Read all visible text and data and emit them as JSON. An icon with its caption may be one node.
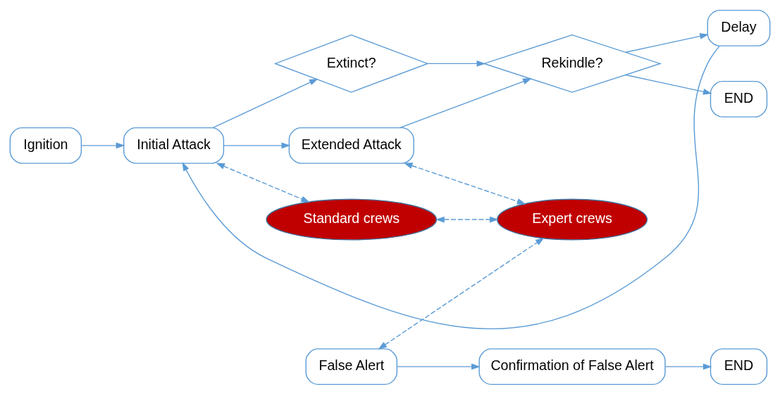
{
  "diagram": {
    "nodes": [
      {
        "text": [
          "Ignition"
        ]
      },
      {
        "text": [
          "Initial Attack"
        ]
      },
      {
        "text": [
          "Extinct?"
        ]
      },
      {
        "text": [
          "Rekindle?"
        ]
      },
      {
        "text": [
          "Delay"
        ]
      },
      {
        "text": [
          "Extended Attack"
        ]
      },
      {
        "text": [
          "END"
        ]
      },
      {
        "text": [
          "Standard crews"
        ]
      },
      {
        "text": [
          "Expert crews"
        ]
      },
      {
        "text": [
          "False Alert"
        ]
      },
      {
        "text": [
          "Confirmation of False Alert"
        ]
      },
      {
        "text": [
          "END"
        ]
      }
    ],
    "edges": [
      {
        "from": 0,
        "to": 1,
        "arrow": "to"
      },
      {
        "from": 1,
        "to": 2,
        "arrow": "to"
      },
      {
        "from": 2,
        "to": 3,
        "arrow": "to"
      },
      {
        "from": 1,
        "to": 5,
        "arrow": "to"
      },
      {
        "from": 5,
        "to": 3,
        "arrow": "to"
      },
      {
        "from": 3,
        "to": 4,
        "arrow": "to"
      },
      {
        "from": 3,
        "to": 6,
        "arrow": "to"
      },
      {
        "from": 4,
        "to": 1,
        "arrow": "to"
      },
      {
        "from": 1,
        "to": 7,
        "arrow": "both",
        "style": "dashed"
      },
      {
        "from": 5,
        "to": 8,
        "arrow": "both",
        "style": "dashed"
      },
      {
        "from": 7,
        "to": 8,
        "arrow": "both",
        "style": "dashed"
      },
      {
        "from": 9,
        "to": 8,
        "arrow": "both",
        "style": "dashed"
      },
      {
        "from": 9,
        "to": 10,
        "arrow": "to"
      },
      {
        "from": 10,
        "to": 11,
        "arrow": "to"
      }
    ]
  }
}
